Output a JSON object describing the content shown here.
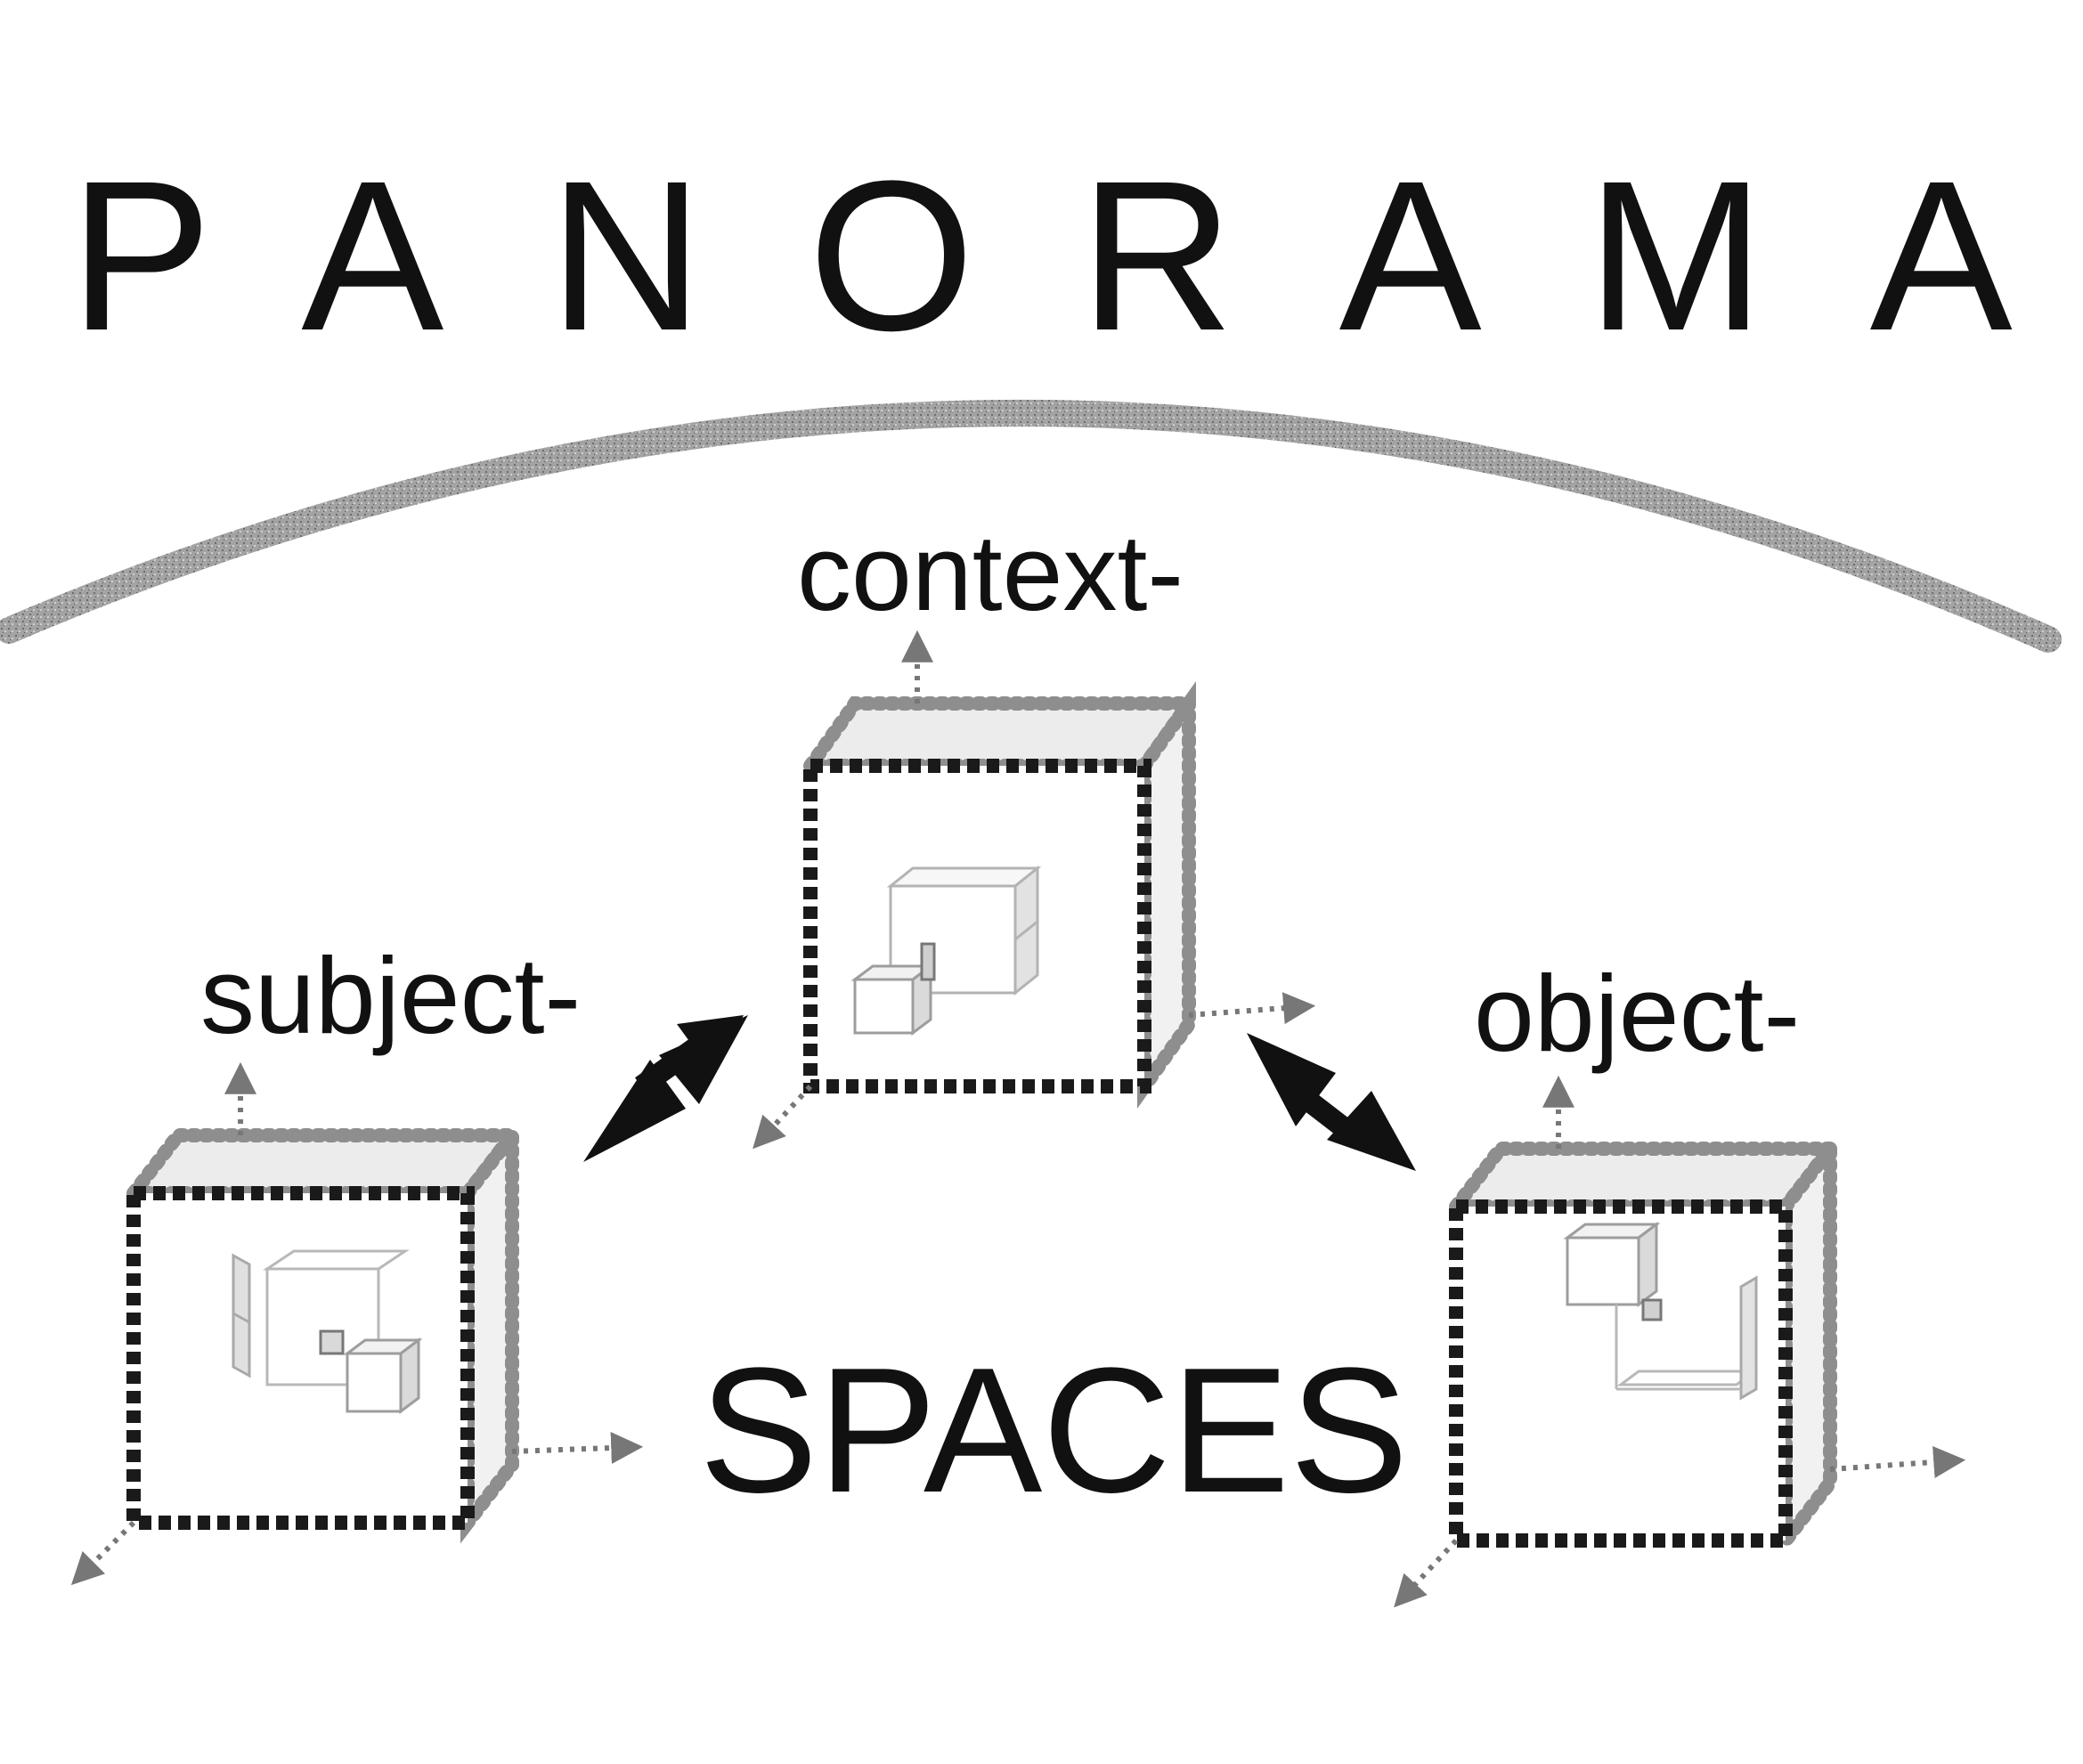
{
  "diagram": {
    "title": "PANORAMA",
    "bottom_label": "SPACES",
    "spaces": {
      "context": "context-",
      "subject": "subject-",
      "object": "object-"
    }
  },
  "colors": {
    "ink": "#111111",
    "arc": "#8a8a8a",
    "dotted_edge": "#9a9a9a",
    "inner_box": "#b5b5b5",
    "background": "#ffffff"
  },
  "icons": {
    "arc": "horizon-arc",
    "cube": "dotted-cube-icon",
    "arrow": "double-headed-arrow-icon"
  }
}
